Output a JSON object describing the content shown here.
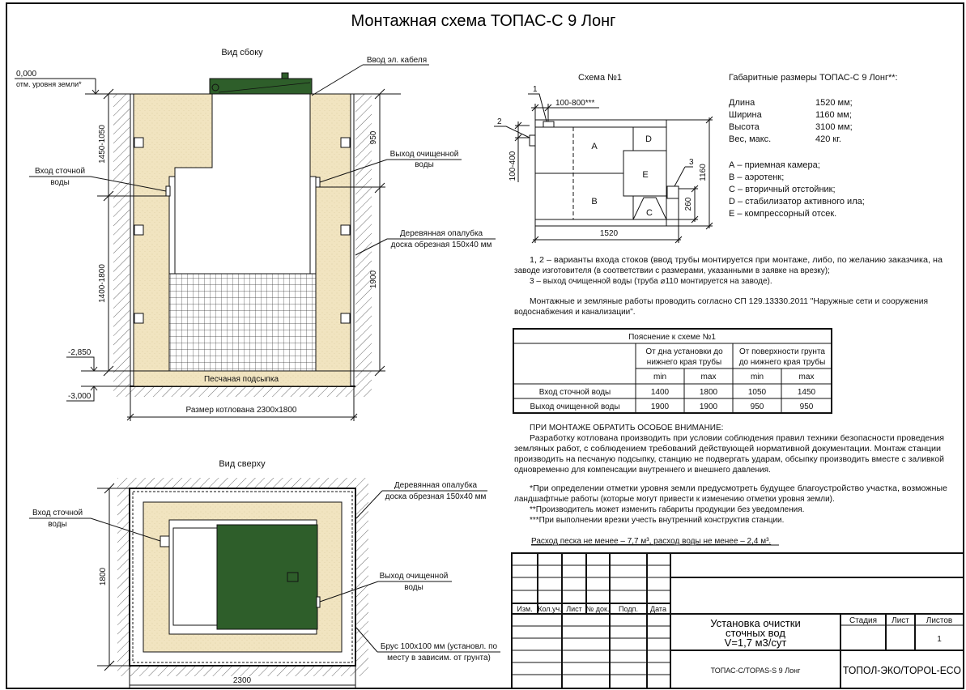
{
  "title": "Монтажная схема ТОПАС-С 9 Лонг",
  "colors": {
    "sand": "#f1e4c0",
    "lid": "#2e5e2a",
    "line": "#111111"
  },
  "side_view": {
    "title": "Вид сбоку",
    "ground_level": "0,000",
    "ground_level_note": "отм. уровня земли*",
    "cable_entry": "Ввод эл. кабеля",
    "outlet_line1": "Выход очищенной",
    "outlet_line2": "воды",
    "inlet_line1": "Вход сточной",
    "inlet_line2": "воды",
    "formwork_line1": "Деревянная опалубка",
    "formwork_line2": "доска обрезная 150х40 мм",
    "sand_bed": "Песчаная подсыпка",
    "level_2850": "-2,850",
    "level_3000": "-3,000",
    "pit_size": "Размер котлована 2300х1800",
    "dim_inlet_top": "1450-1050",
    "dim_inlet_bottom": "1400-1800",
    "dim_outlet_top": "950",
    "dim_outlet_bottom": "1900"
  },
  "top_view": {
    "title": "Вид сверху",
    "inlet_line1": "Вход сточной",
    "inlet_line2": "воды",
    "formwork_line1": "Деревянная опалубка",
    "formwork_line2": "доска обрезная 150х40 мм",
    "outlet_line1": "Выход очищенной",
    "outlet_line2": "воды",
    "beam_line1": "Брус 100х100 мм (установл. по",
    "beam_line2": "месту в зависим. от грунта)",
    "dim_width": "1800",
    "dim_length": "2300"
  },
  "scheme": {
    "title": "Схема №1",
    "label_1": "1",
    "label_2": "2",
    "label_3": "3",
    "dim_100_800": "100-800***",
    "dim_100_400": "100-400",
    "dim_1160": "1160",
    "dim_260": "260",
    "dim_1520": "1520",
    "zone_a": "A",
    "zone_b": "B",
    "zone_c": "C",
    "zone_d": "D",
    "zone_e": "E"
  },
  "specs": {
    "title": "Габаритные размеры ТОПАС-С 9 Лонг**:",
    "rows": [
      {
        "label": "Длина",
        "value": "1520 мм;"
      },
      {
        "label": "Ширина",
        "value": "1160 мм;"
      },
      {
        "label": "Высота",
        "value": "3100 мм;"
      },
      {
        "label": "Вес, макс.",
        "value": "420 кг."
      }
    ],
    "legend": [
      "А – приемная камера;",
      "В – аэротенк;",
      "С – вторичный отстойник;",
      "D – стабилизатор активного ила;",
      "Е – компрессорный отсек."
    ]
  },
  "notes": {
    "p1_l1": "1, 2 – варианты входа  стоков (ввод трубы монтируется при монтаже, либо, по желанию заказчика, на",
    "p1_l2": "заводе изготовителя (в соответствии с размерами, указанными в заявке на врезку);",
    "p1_l3": "3 – выход очищенной воды (труба ⌀110 монтируется на заводе).",
    "p2_l1": "Монтажные и земляные работы проводить согласно СП 129.13330.2011 \"Наружные сети и сооружения",
    "p2_l2": "водоснабжения и канализации\"."
  },
  "table": {
    "title": "Пояснение к схеме №1",
    "group1_l1": "От дна установки до",
    "group1_l2": "нижнего края трубы",
    "group2_l1": "От поверхности грунта",
    "group2_l2": "до нижнего края трубы",
    "sub": [
      "min",
      "max",
      "min",
      "max"
    ],
    "rows": [
      {
        "label": "Вход сточной воды",
        "values": [
          "1400",
          "1800",
          "1050",
          "1450"
        ]
      },
      {
        "label": "Выход очищенной воды",
        "values": [
          "1900",
          "1900",
          "950",
          "950"
        ]
      }
    ]
  },
  "attention": {
    "heading": "ПРИ МОНТАЖЕ ОБРАТИТЬ ОСОБОЕ ВНИМАНИЕ:",
    "l1": "Разработку котлована производить при условии соблюдения правил техники безопасности проведения",
    "l2": "земляных работ, с соблюдением требований действующей нормативной документации. Монтаж станции",
    "l3": "производить на песчаную подсыпку, станцию не подвергать ударам, обсыпку производить вместе с заливкой",
    "l4": "одновременно для компенсации внутреннего и внешнего давления.",
    "f1_l1": "*При определении отметки уровня земли предусмотреть будущее благоустройство участка, возможные",
    "f1_l2": "ландшафтные работы (которые могут привести к изменению отметки уровня земли).",
    "f2": "**Производитель может изменить габариты продукции без уведомления.",
    "f3": "***При выполнении врезки учесть внутренний конструктив станции.",
    "consumption": "Расход песка не менее – 7,7 м³, расход воды не менее – 2,4 м³."
  },
  "title_block": {
    "headers": [
      "Изм.",
      "Кол.уч.",
      "Лист",
      "№ док.",
      "Подп.",
      "Дата"
    ],
    "name_l1": "Установка очистки",
    "name_l2": "сточных вод",
    "name_l3": "V=1,7 м3/сут",
    "stage_label": "Стадия",
    "sheet_label": "Лист",
    "sheets_label": "Листов",
    "sheets_value": "1",
    "product": "ТОПАС-С/TOPAS-S 9 Лонг",
    "company": "ТОПОЛ-ЭКО/TOPOL-ECO"
  }
}
